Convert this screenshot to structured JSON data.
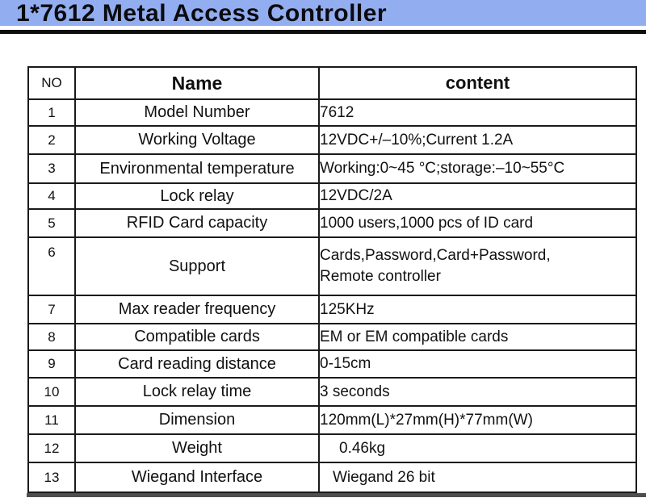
{
  "header": {
    "title": "1*7612 Metal Access Controller"
  },
  "colors": {
    "header_bar": "#92aef0",
    "underline": "#0d0d0d",
    "border": "#1a1a1a",
    "shadow": "#4e4e4e"
  },
  "table": {
    "columns": [
      "NO",
      "Name",
      "content"
    ],
    "rows": [
      {
        "no": "1",
        "name": "Model Number",
        "content": "7612"
      },
      {
        "no": "2",
        "name": "Working Voltage",
        "content": "12VDC+/–10%;Current 1.2A"
      },
      {
        "no": "3",
        "name": "Environmental temperature",
        "content": "Working:0~45 °C;storage:–10~55°C"
      },
      {
        "no": "4",
        "name": "Lock relay",
        "content": "12VDC/2A"
      },
      {
        "no": "5",
        "name": "RFID Card capacity",
        "content": "1000 users,1000 pcs of ID card"
      },
      {
        "no": "6",
        "name": "Support",
        "content": "Cards,Password,Card+Password,\nRemote controller"
      },
      {
        "no": "7",
        "name": "Max reader frequency",
        "content": "125KHz"
      },
      {
        "no": "8",
        "name": "Compatible cards",
        "content": "EM or EM compatible cards"
      },
      {
        "no": "9",
        "name": "Card reading distance",
        "content": "0-15cm"
      },
      {
        "no": "10",
        "name": "Lock relay time",
        "content": "3 seconds"
      },
      {
        "no": "11",
        "name": "Dimension",
        "content": "120mm(L)*27mm(H)*77mm(W)"
      },
      {
        "no": "12",
        "name": "Weight",
        "content": "0.46kg"
      },
      {
        "no": "13",
        "name": "Wiegand Interface",
        "content": "Wiegand 26 bit"
      }
    ]
  }
}
